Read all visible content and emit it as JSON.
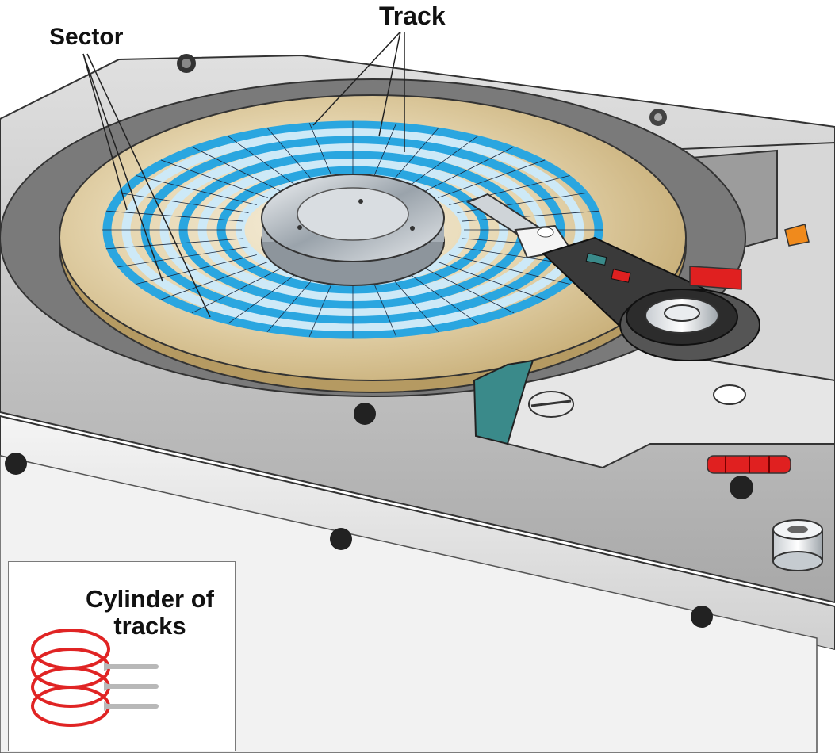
{
  "labels": {
    "track": "Track",
    "sector": "Sector"
  },
  "inset": {
    "title_line1": "Cylinder of",
    "title_line2": "tracks"
  },
  "colors": {
    "platter": "#d8c8a0",
    "track_blue": "#2aa6e0",
    "track_light": "#cde9f7",
    "chassis": "#bdbdbd",
    "chassis_dark": "#6e6e6e",
    "actuator_arm": "#3a3a3a",
    "indicator_red": "#e02020",
    "indicator_orange": "#f08a1c",
    "indicator_teal": "#3a8a8a",
    "cylinder_red": "#e02424",
    "cylinder_pins": "#b8b8b8"
  },
  "icons": [
    "hard-drive-platter",
    "actuator-arm",
    "spindle",
    "cylinder-rings"
  ]
}
